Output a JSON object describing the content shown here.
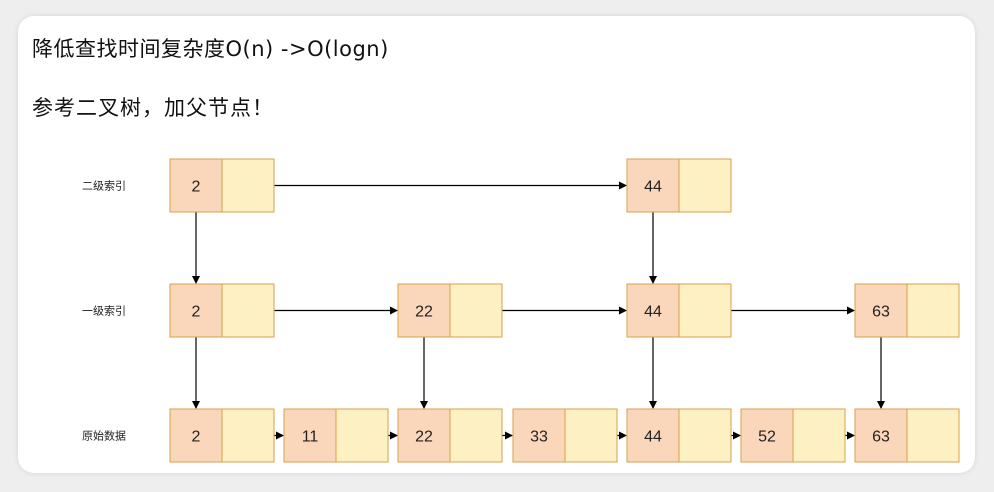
{
  "heading": "降低查找时间复杂度O(n) ->O(logn)",
  "subheading": "参考二叉树，加父节点！",
  "levels": [
    {
      "label": "二级索引",
      "nodes": [
        "2",
        "44"
      ]
    },
    {
      "label": "一级索引",
      "nodes": [
        "2",
        "22",
        "44",
        "63"
      ]
    },
    {
      "label": "原始数据",
      "nodes": [
        "2",
        "11",
        "22",
        "33",
        "44",
        "52",
        "63"
      ]
    }
  ],
  "colors": {
    "value_cell": "#fad7ba",
    "pointer_cell": "#fdf0c2",
    "border": "#d6a14a",
    "arrow": "#000000"
  }
}
